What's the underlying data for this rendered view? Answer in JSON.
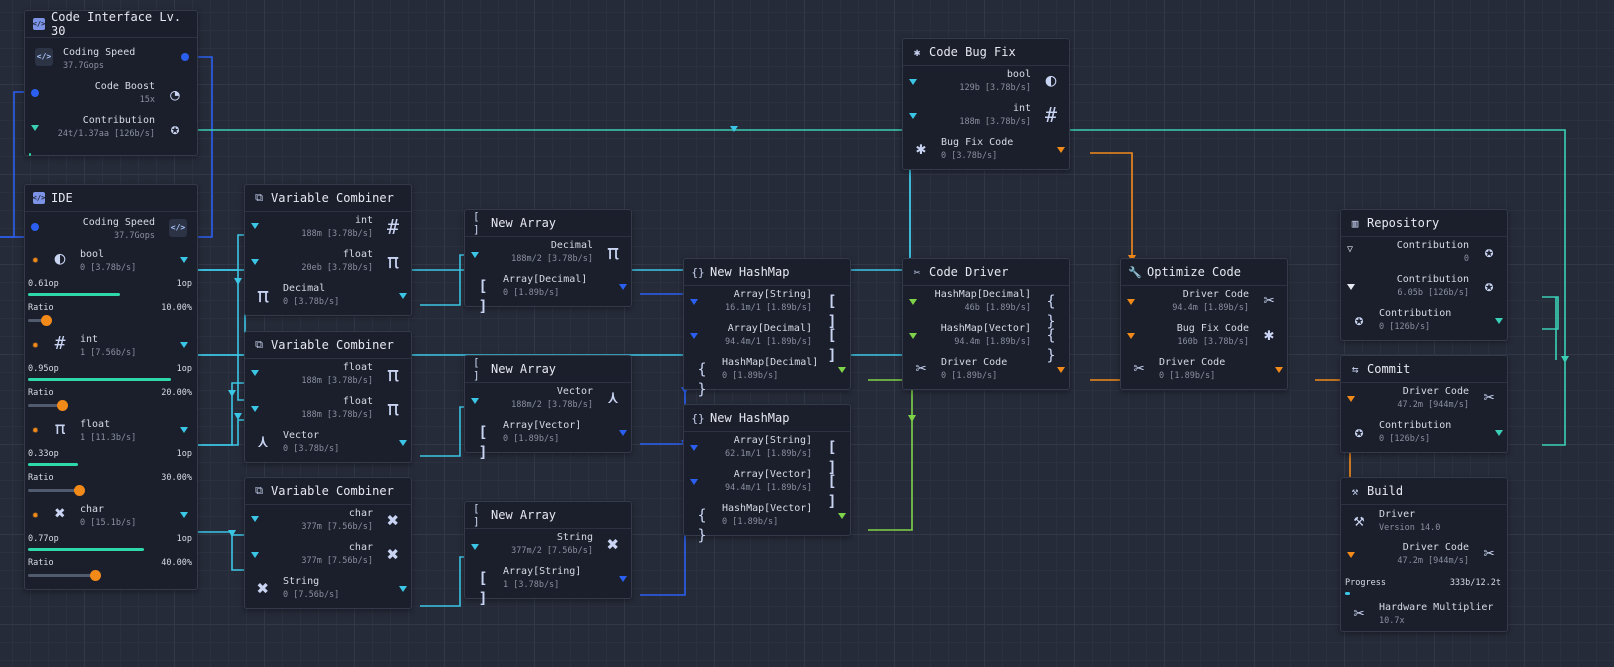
{
  "colors": {
    "cyan": "#3cc6e6",
    "blue": "#2b5ff0",
    "green": "#7ed348",
    "orange": "#f28a1a",
    "teal": "#3ad0b6",
    "progress": "#2fd8a8"
  },
  "code_interface": {
    "title": "Code Interface Lv. 30",
    "speed_label": "Coding Speed",
    "speed_value": "37.7Gops",
    "boost_label": "Code Boost",
    "boost_value": "15x",
    "contrib_label": "Contribution",
    "contrib_value": "24t/1.37aa [126b/s]"
  },
  "ide": {
    "title": "IDE",
    "speed_label": "Coding Speed",
    "speed_value": "37.7Gops",
    "rows": [
      {
        "name": "bool",
        "rate": "0 [3.78b/s]",
        "op_left": "0.61op",
        "op_right": "1op",
        "ratio_label": "Ratio",
        "ratio_value": "10.00%",
        "progress": 0.61,
        "ratio": 0.1
      },
      {
        "name": "int",
        "rate": "1 [7.56b/s]",
        "op_left": "0.95op",
        "op_right": "1op",
        "ratio_label": "Ratio",
        "ratio_value": "20.00%",
        "progress": 0.95,
        "ratio": 0.2
      },
      {
        "name": "float",
        "rate": "1 [11.3b/s]",
        "op_left": "0.33op",
        "op_right": "1op",
        "ratio_label": "Ratio",
        "ratio_value": "30.00%",
        "progress": 0.33,
        "ratio": 0.3
      },
      {
        "name": "char",
        "rate": "0 [15.1b/s]",
        "op_left": "0.77op",
        "op_right": "1op",
        "ratio_label": "Ratio",
        "ratio_value": "40.00%",
        "progress": 0.77,
        "ratio": 0.4
      }
    ]
  },
  "vc1": {
    "title": "Variable Combiner",
    "in1": "int",
    "in1_sub": "188m [3.78b/s]",
    "in2": "float",
    "in2_sub": "20eb [3.78b/s]",
    "out": "Decimal",
    "out_sub": "0 [3.78b/s]"
  },
  "vc2": {
    "title": "Variable Combiner",
    "in1": "float",
    "in1_sub": "188m [3.78b/s]",
    "in2": "float",
    "in2_sub": "188m [3.78b/s]",
    "out": "Vector",
    "out_sub": "0 [3.78b/s]"
  },
  "vc3": {
    "title": "Variable Combiner",
    "in1": "char",
    "in1_sub": "377m [7.56b/s]",
    "in2": "char",
    "in2_sub": "377m [7.56b/s]",
    "out": "String",
    "out_sub": "0 [7.56b/s]"
  },
  "na1": {
    "title": "New Array",
    "in": "Decimal",
    "in_sub": "188m/2 [3.78b/s]",
    "out": "Array[Decimal]",
    "out_sub": "0 [1.89b/s]"
  },
  "na2": {
    "title": "New Array",
    "in": "Vector",
    "in_sub": "188m/2 [3.78b/s]",
    "out": "Array[Vector]",
    "out_sub": "0 [1.89b/s]"
  },
  "na3": {
    "title": "New Array",
    "in": "String",
    "in_sub": "377m/2 [7.56b/s]",
    "out": "Array[String]",
    "out_sub": "1 [3.78b/s]"
  },
  "hm1": {
    "title": "New HashMap",
    "in1": "Array[String]",
    "in1_sub": "16.1m/1 [1.89b/s]",
    "in2": "Array[Decimal]",
    "in2_sub": "94.4m/1 [1.89b/s]",
    "out": "HashMap[Decimal]",
    "out_sub": "0 [1.89b/s]"
  },
  "hm2": {
    "title": "New HashMap",
    "in1": "Array[String]",
    "in1_sub": "62.1m/1 [1.89b/s]",
    "in2": "Array[Vector]",
    "in2_sub": "94.4m/1 [1.89b/s]",
    "out": "HashMap[Vector]",
    "out_sub": "0 [1.89b/s]"
  },
  "bugfix": {
    "title": "Code Bug Fix",
    "in1": "bool",
    "in1_sub": "129b [3.78b/s]",
    "in2": "int",
    "in2_sub": "188m [3.78b/s]",
    "out": "Bug Fix Code",
    "out_sub": "0 [3.78b/s]"
  },
  "driver": {
    "title": "Code Driver",
    "in1": "HashMap[Decimal]",
    "in1_sub": "46b [1.89b/s]",
    "in2": "HashMap[Vector]",
    "in2_sub": "94.4m [1.89b/s]",
    "out": "Driver Code",
    "out_sub": "0 [1.89b/s]"
  },
  "optimize": {
    "title": "Optimize Code",
    "in1": "Driver Code",
    "in1_sub": "94.4m [1.89b/s]",
    "in2": "Bug Fix Code",
    "in2_sub": "160b [3.78b/s]",
    "out": "Driver Code",
    "out_sub": "0 [1.89b/s]"
  },
  "repo": {
    "title": "Repository",
    "in1": "Contribution",
    "in1_sub": "0",
    "in2": "Contribution",
    "in2_sub": "6.05b [126b/s]",
    "out": "Contribution",
    "out_sub": "0 [126b/s]"
  },
  "commit": {
    "title": "Commit",
    "in1": "Driver Code",
    "in1_sub": "47.2m [944m/s]",
    "out": "Contribution",
    "out_sub": "0 [126b/s]"
  },
  "build": {
    "title": "Build",
    "driver": "Driver",
    "driver_sub": "Version 14.0",
    "in1": "Driver Code",
    "in1_sub": "47.2m [944m/s]",
    "progress_label": "Progress",
    "progress_value": "333b/12.2t",
    "progress": 0.03,
    "hw_label": "Hardware Multiplier",
    "hw_value": "10.7x"
  },
  "icons": [
    "code-icon",
    "dashboard-icon",
    "award-icon",
    "half-circle-icon",
    "hash-icon",
    "pi-icon",
    "shuffle-icon",
    "brackets-icon",
    "braces-icon",
    "vector-icon",
    "bug-icon",
    "tools-icon",
    "wrench-icon",
    "library-icon",
    "commit-icon",
    "hammer-icon"
  ]
}
